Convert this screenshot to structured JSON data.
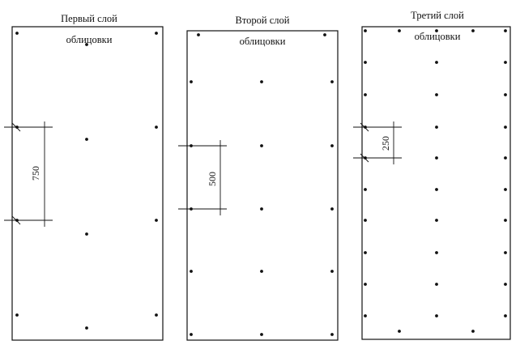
{
  "panels": [
    {
      "title": "Первый слой облицовки",
      "line1": "Первый слой",
      "line2": "облицовки",
      "dimension": "750"
    },
    {
      "title": "Второй слой облицовки",
      "line1": "Второй слой",
      "line2": "облицовки",
      "dimension": "500"
    },
    {
      "title": "Третий слой облицовки",
      "line1": "Третий слой",
      "line2": "облицовки",
      "dimension": "250"
    }
  ]
}
